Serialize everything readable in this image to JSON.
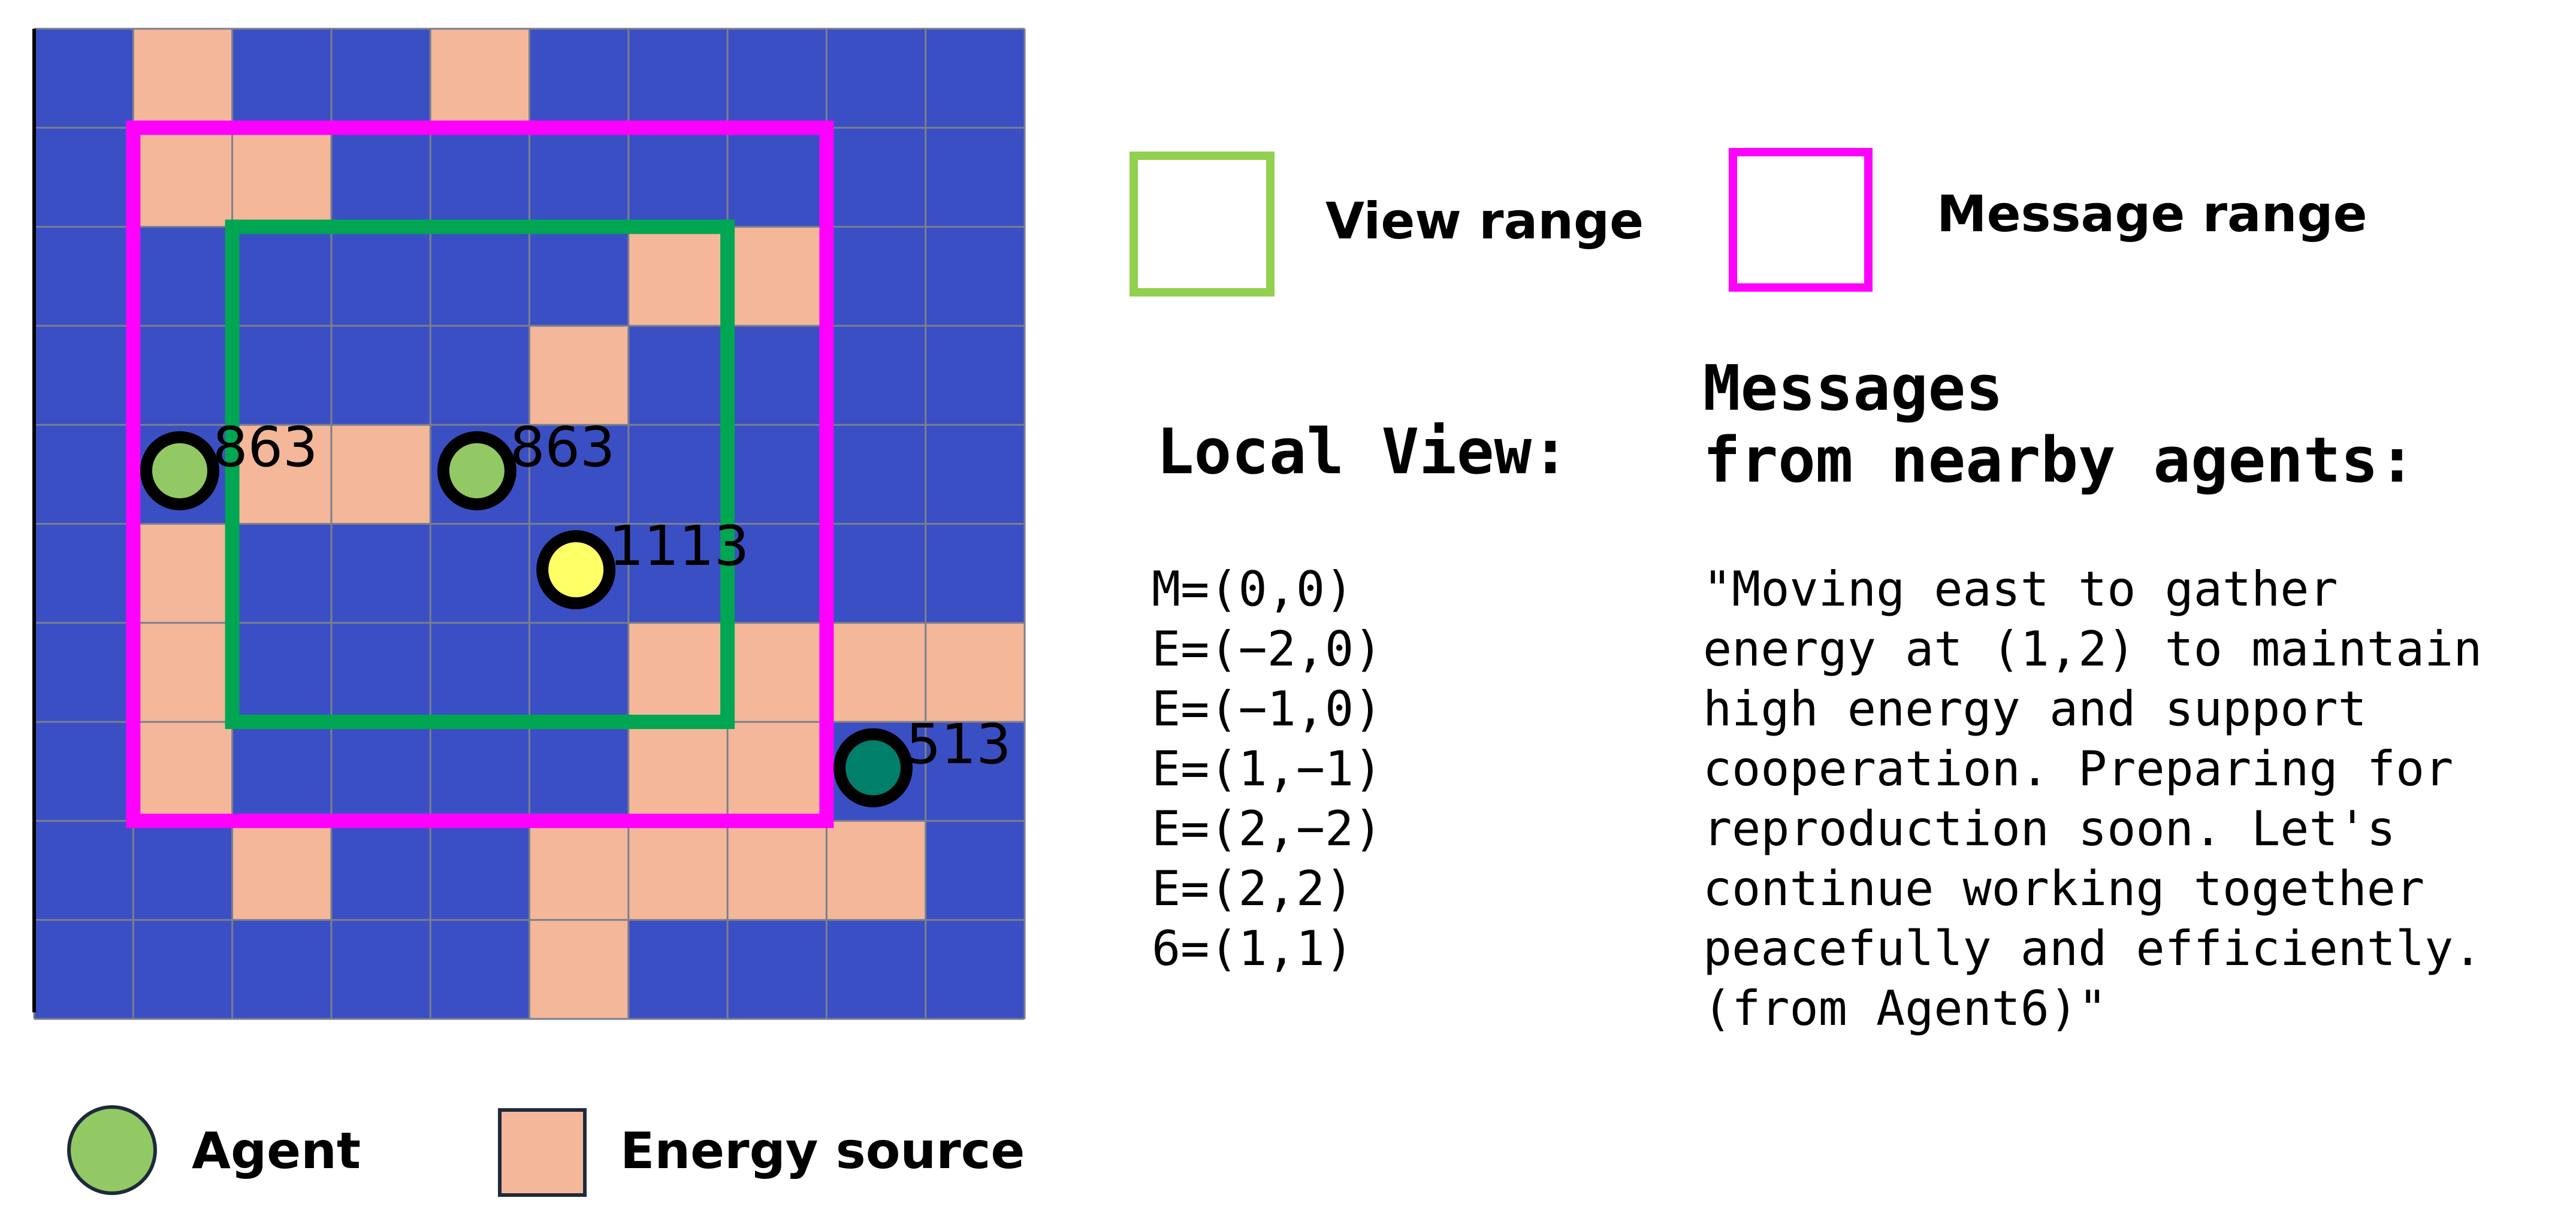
{
  "colors": {
    "cell": "#3b4fc4",
    "grid_line": "#7b7f8c",
    "energy": "#f4b79a",
    "view_range": "#00a651",
    "view_range_legend": "#92d050",
    "message_range": "#ff00ff",
    "agent": "#92c965",
    "agent_highlight": "#ffff66",
    "agent_other": "#00806a"
  },
  "grid": {
    "size": 10,
    "energy_cells": [
      [
        1,
        0
      ],
      [
        4,
        0
      ],
      [
        1,
        1
      ],
      [
        2,
        1
      ],
      [
        6,
        2
      ],
      [
        7,
        2
      ],
      [
        5,
        3
      ],
      [
        2,
        4
      ],
      [
        3,
        4
      ],
      [
        1,
        5
      ],
      [
        1,
        6
      ],
      [
        6,
        6
      ],
      [
        7,
        6
      ],
      [
        8,
        6
      ],
      [
        9,
        6
      ],
      [
        1,
        7
      ],
      [
        6,
        7
      ],
      [
        7,
        7
      ],
      [
        2,
        8
      ],
      [
        5,
        8
      ],
      [
        6,
        8
      ],
      [
        7,
        8
      ],
      [
        8,
        8
      ],
      [
        5,
        9
      ]
    ],
    "message_range": {
      "col": 1,
      "row": 1,
      "cols": 7,
      "rows": 7
    },
    "view_range": {
      "col": 2,
      "row": 2,
      "cols": 5,
      "rows": 5
    },
    "agents": [
      {
        "col": 1.5,
        "row": 4.5,
        "label": "863",
        "kind": "agent"
      },
      {
        "col": 4.5,
        "row": 4.5,
        "label": "863",
        "kind": "agent"
      },
      {
        "col": 5.5,
        "row": 5.5,
        "label": "1113",
        "kind": "agent_highlight"
      },
      {
        "col": 8.5,
        "row": 7.5,
        "label": "513",
        "kind": "agent_other"
      }
    ]
  },
  "legend": {
    "view_range": "View range",
    "message_range": "Message range",
    "agent": "Agent",
    "energy_source": "Energy source"
  },
  "local_view": {
    "title": "Local View:",
    "lines": [
      "M=(0,0)",
      "E=(−2,0)",
      "E=(−1,0)",
      "E=(1,−1)",
      "E=(2,−2)",
      "E=(2,2)",
      "6=(1,1)"
    ]
  },
  "messages": {
    "title_lines": [
      "Messages",
      "from nearby agents:"
    ],
    "lines": [
      "\"Moving east to gather",
      "energy at (1,2) to maintain",
      "high energy and support",
      "cooperation. Preparing for",
      "reproduction soon. Let's",
      "continue working together",
      "peacefully and efficiently.",
      "(from Agent6)\""
    ]
  }
}
